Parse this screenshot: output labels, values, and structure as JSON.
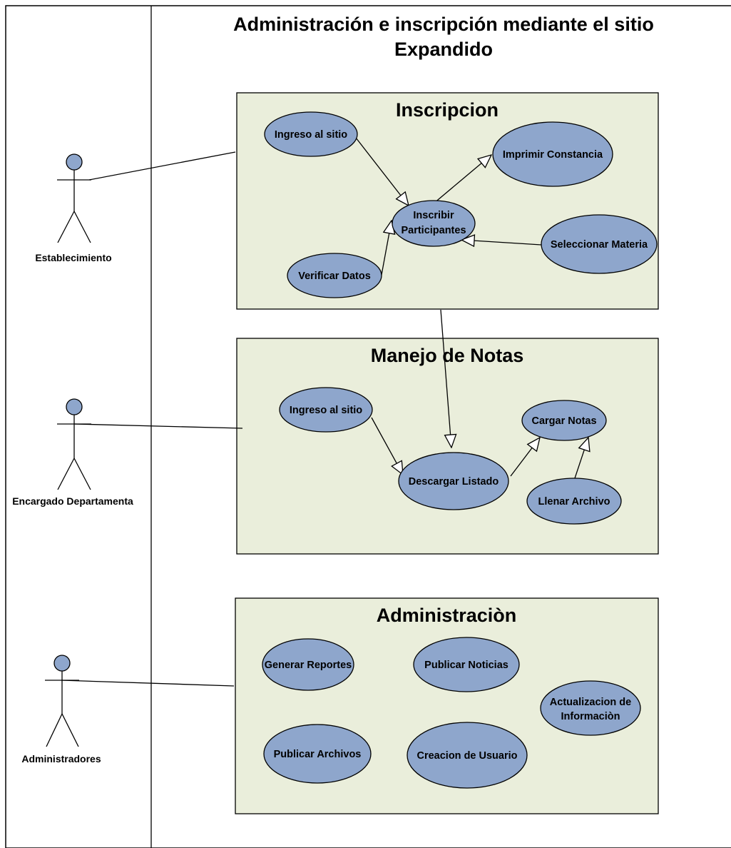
{
  "diagram": {
    "title_line1": "Administración e inscripción mediante el sitio",
    "title_line2": "Expandido",
    "actors": [
      {
        "id": "establecimiento",
        "label": "Establecimiento"
      },
      {
        "id": "encargado",
        "label": "Encargado Departamenta"
      },
      {
        "id": "administradores",
        "label": "Administradores"
      }
    ],
    "packages": {
      "inscripcion": {
        "title": "Inscripcion",
        "use_cases": {
          "ingreso": "Ingreso al sitio",
          "imprimir": "Imprimir Constancia",
          "inscribir_l1": "Inscribir",
          "inscribir_l2": "Participantes",
          "seleccionar": "Seleccionar Materia",
          "verificar": "Verificar Datos"
        }
      },
      "notas": {
        "title": "Manejo de Notas",
        "use_cases": {
          "ingreso": "Ingreso al sitio",
          "cargar": "Cargar Notas",
          "descargar": "Descargar Listado",
          "llenar": "Llenar Archivo"
        }
      },
      "administracion": {
        "title": "Administraciòn",
        "use_cases": {
          "reportes": "Generar Reportes",
          "noticias": "Publicar Noticias",
          "actualizacion_l1": "Actualizacion de",
          "actualizacion_l2": "Informaciòn",
          "archivos": "Publicar Archivos",
          "usuario": "Creacion de Usuario"
        }
      }
    }
  }
}
